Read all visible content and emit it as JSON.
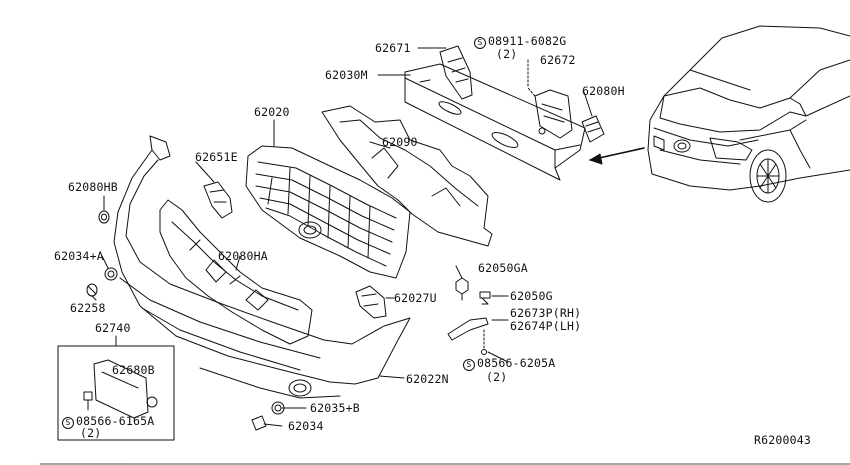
{
  "diagram": {
    "ref_code": "R6200043",
    "symbol_s": "S",
    "labels": {
      "p62671": "62671",
      "p08911": "08911-6082G",
      "p08911_qty": "(2)",
      "p62672": "62672",
      "p62030m": "62030M",
      "p62080h": "62080H",
      "p62020": "62020",
      "p62090": "62090",
      "p62651e": "62651E",
      "p62080hb": "62080HB",
      "p62080ha": "62080HA",
      "p62034a": "62034+A",
      "p62258": "62258",
      "p62050ga": "62050GA",
      "p62050g": "62050G",
      "p62027u": "62027U",
      "p62673p": "62673P(RH)",
      "p62674p": "62674P(LH)",
      "p62740": "62740",
      "p62680b": "62680B",
      "p08566a": "08566-6205A",
      "p08566a_qty": "(2)",
      "p62022n": "62022N",
      "p08566b": "08566-6165A",
      "p08566b_qty": "(2)",
      "p62035b": "62035+B",
      "p62034": "62034"
    }
  }
}
